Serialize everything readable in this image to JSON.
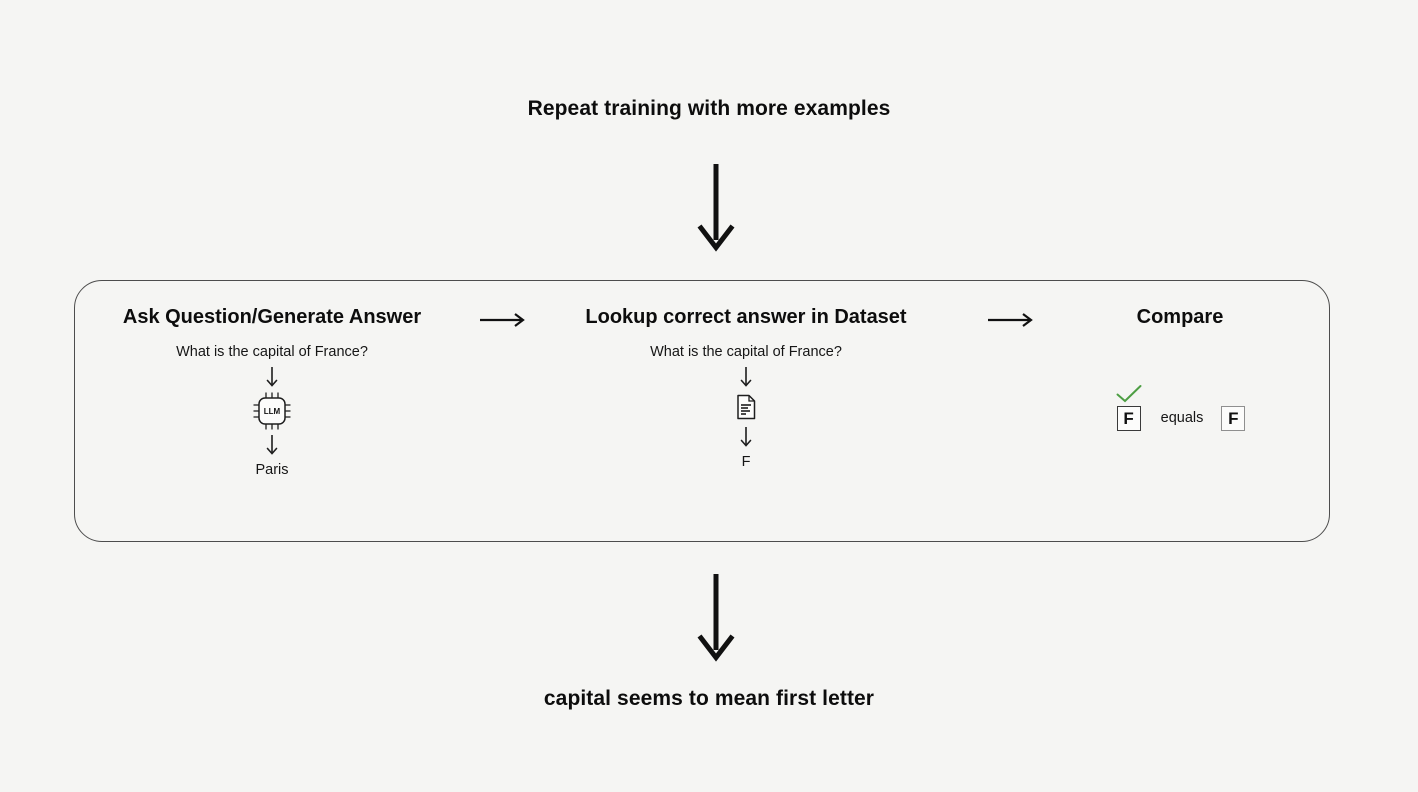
{
  "headings": {
    "top": "Repeat training with more examples",
    "bottom": "capital seems to mean first letter"
  },
  "steps": {
    "generate": {
      "title": "Ask Question/Generate Answer",
      "question": "What is the capital of France?",
      "model_label": "LLM",
      "answer": "Paris"
    },
    "lookup": {
      "title": "Lookup correct answer in Dataset",
      "question": "What is the capital of France?",
      "answer": "F"
    },
    "compare": {
      "title": "Compare",
      "left_value": "F",
      "relation": "equals",
      "right_value": "F"
    }
  },
  "icons": {
    "big_down_arrow": "flow-down-arrow-icon",
    "small_down_arrow": "down-arrow-icon",
    "right_arrow": "right-arrow-icon",
    "llm_chip": "llm-chip-icon",
    "document": "document-icon",
    "checkmark": "checkmark-icon"
  },
  "colors": {
    "background": "#f5f5f3",
    "text": "#141414",
    "box_border": "#4d4d4d",
    "check_green": "#4d9e43",
    "letter_box_border_dark": "#3a3a3a",
    "letter_box_border_light": "#8f8f8f"
  }
}
